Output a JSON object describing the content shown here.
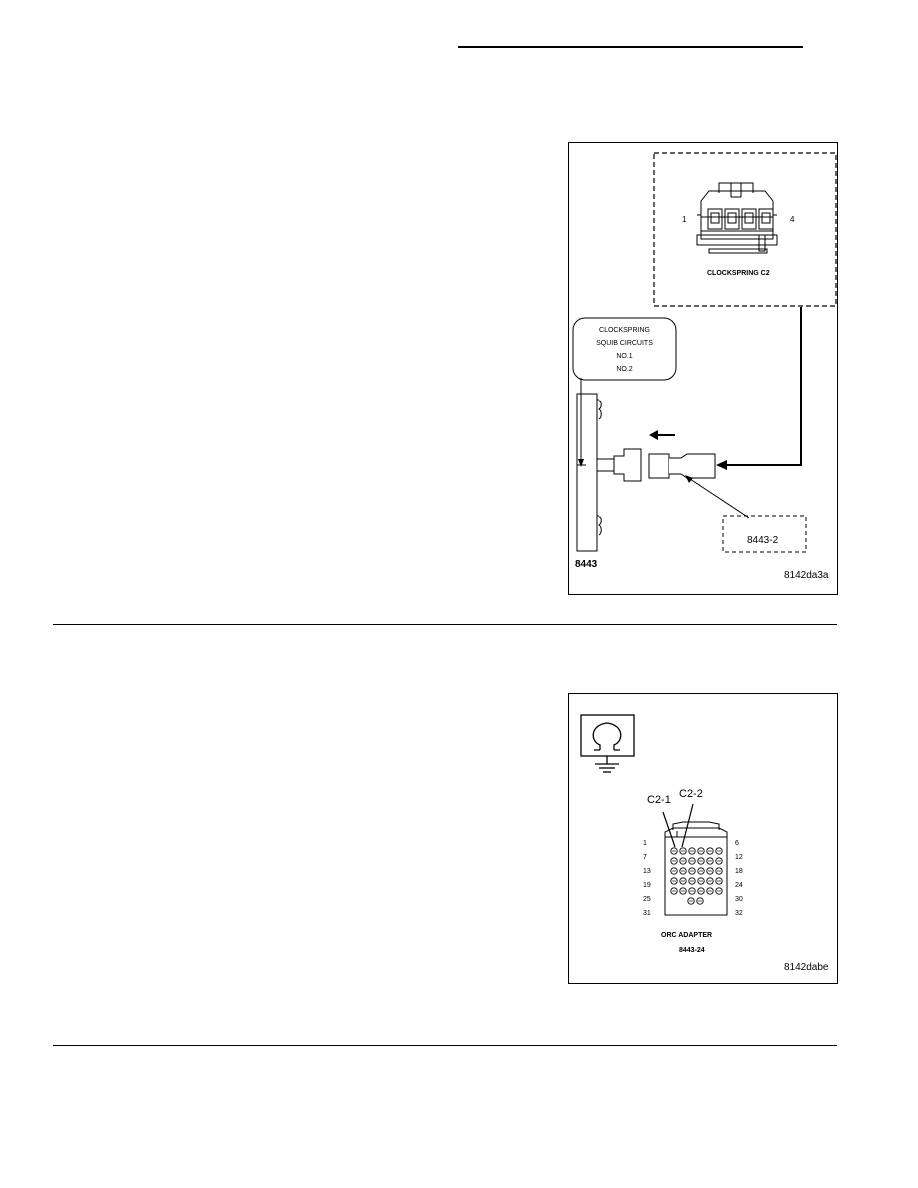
{
  "figures": [
    {
      "id": "8142da3a",
      "connector_label": "CLOCKSPRING C2",
      "pin_left": "1",
      "pin_right": "4",
      "callout_lines": [
        "CLOCKSPRING",
        "SQUIB CIRCUITS",
        "NO.1",
        "NO.2"
      ],
      "tool_label": "8443-2",
      "base_label": "8443"
    },
    {
      "id": "8142dabe",
      "meter_icon": "ohmmeter-icon",
      "pin_callout_a": "C2-1",
      "pin_callout_b": "C2-2",
      "left_pin_numbers": [
        "1",
        "7",
        "13",
        "19",
        "25",
        "31"
      ],
      "right_pin_numbers": [
        "6",
        "12",
        "18",
        "24",
        "30",
        "32"
      ],
      "adapter_label": "ORC ADAPTER",
      "adapter_tool": "8443-24"
    }
  ]
}
